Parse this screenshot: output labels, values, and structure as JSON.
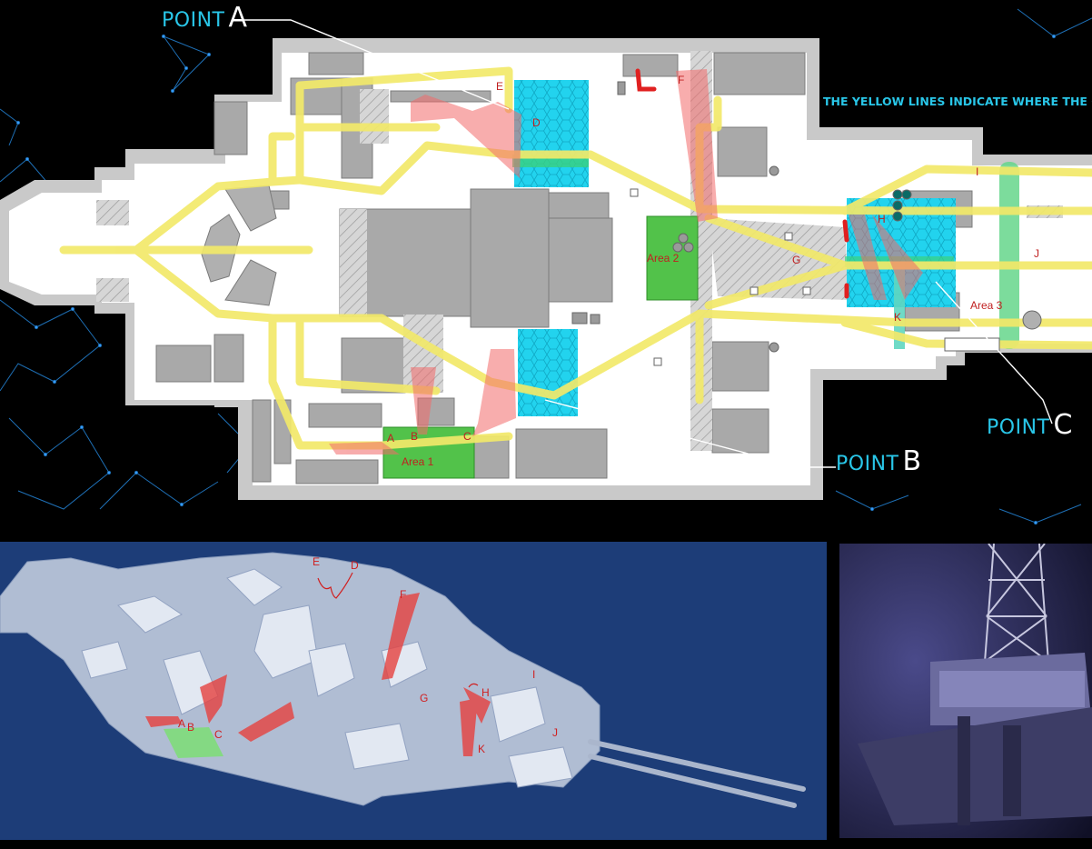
{
  "callouts": {
    "point_a": {
      "word": "POINT",
      "letter": "A"
    },
    "point_b": {
      "word": "POINT",
      "letter": "B"
    },
    "point_c": {
      "word": "POINT",
      "letter": "C"
    }
  },
  "note": "THE YELLOW LINES INDICATE WHERE THE GA",
  "areas": {
    "area1": "Area 1",
    "area2": "Area 2",
    "area3": "Area 3"
  },
  "top_markers": {
    "a": "A",
    "b": "B",
    "c": "C",
    "d": "D",
    "e": "E",
    "f": "F",
    "g": "G",
    "h": "H",
    "i": "I",
    "j": "J",
    "k": "K"
  },
  "iso_markers": {
    "a": "A",
    "b": "B",
    "c": "C",
    "d": "D",
    "e": "E",
    "f": "F",
    "g": "G",
    "h": "H",
    "i": "I",
    "j": "J",
    "k": "K"
  },
  "colors": {
    "background": "#000000",
    "gas_path": "#f2e96a",
    "cyan_zone": "#22d3ee",
    "green_area": "#52c24a",
    "red_marker": "#e02020",
    "callout_text": "#29c6e8",
    "iso_background": "#1d3d78"
  },
  "icons": {
    "network": "constellation-network-icon",
    "rig_photo": "oil-rig-photo"
  }
}
